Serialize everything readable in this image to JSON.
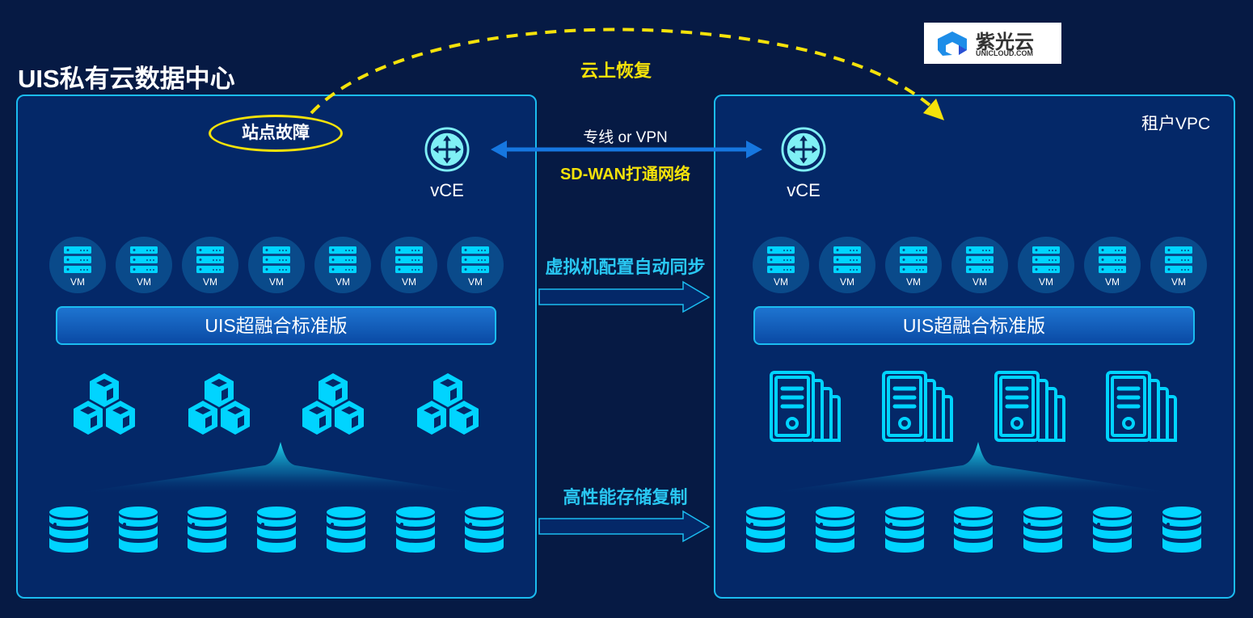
{
  "left_site": {
    "title": "UIS私有云数据中心",
    "fault_label": "站点故障",
    "vce_label": "vCE",
    "vm_label": "VM",
    "vm_count": 7,
    "platform_label": "UIS超融合标准版",
    "compute_icon": "cubes-icon",
    "compute_count": 4,
    "storage_icon": "database-icon",
    "storage_count": 7
  },
  "right_site": {
    "title": "租户VPC",
    "vce_label": "vCE",
    "vm_label": "VM",
    "vm_count": 7,
    "platform_label": "UIS超融合标准版",
    "compute_icon": "server-tower-icon",
    "compute_count": 4,
    "storage_icon": "database-icon",
    "storage_count": 7
  },
  "logo": {
    "name": "紫光云",
    "domain": "UNICLOUD.COM"
  },
  "links": {
    "cloud_recovery": "云上恢复",
    "line_type": "专线 or VPN",
    "sdwan": "SD-WAN打通网络",
    "vm_sync": "虚拟机配置自动同步",
    "storage_replication": "高性能存储复制"
  },
  "colors": {
    "background": "#061a44",
    "panel": "#042868",
    "panel_border": "#1bbcf0",
    "icon_cyan": "#00d4ff",
    "accent_yellow": "#f5e20a",
    "link_blue": "#1677e0",
    "sync_text": "#29c7f2"
  }
}
